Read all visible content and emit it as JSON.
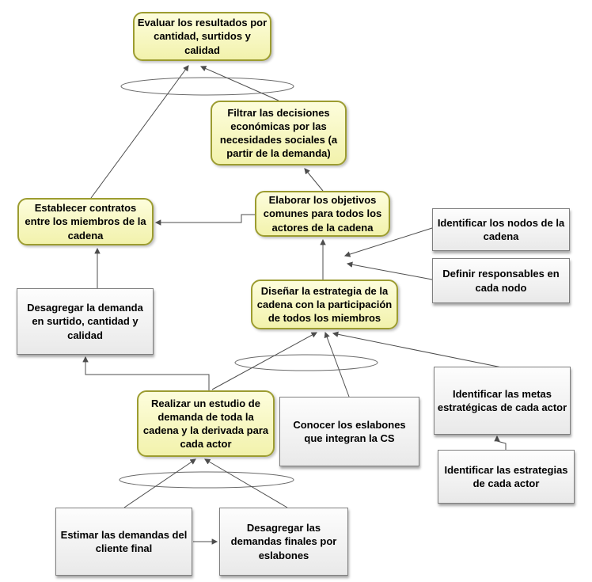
{
  "diagram_type": "flowchart",
  "language": "es",
  "nodes": {
    "evaluar": "Evaluar los resultados por cantidad, surtidos y calidad",
    "filtrar": "Filtrar las decisiones económicas por las necesidades sociales (a partir de la demanda)",
    "elaborar": "Elaborar los objetivos comunes para todos los actores de la cadena",
    "establecer": "Establecer contratos entre los miembros de la cadena",
    "nodos": "Identificar los nodos de la cadena",
    "responsables": "Definir responsables en cada nodo",
    "disenar": "Diseñar la estrategia de la cadena con la participación de todos los miembros",
    "desagregar_demanda": "Desagregar la demanda en surtido, cantidad y calidad",
    "realizar": "Realizar un estudio de demanda de toda la cadena y la derivada para cada actor",
    "conocer": "Conocer los eslabones que integran la CS",
    "metas": "Identificar las metas estratégicas de cada actor",
    "estrategias": "Identificar las estrategias de cada actor",
    "estimar": "Estimar las demandas del cliente final",
    "desagregar_finales": "Desagregar las demandas finales por eslabones"
  },
  "node_styles": {
    "yellow_rounded": [
      "evaluar",
      "filtrar",
      "elaborar",
      "establecer",
      "disenar",
      "realizar"
    ],
    "gray_rect": [
      "nodos",
      "responsables",
      "desagregar_demanda",
      "conocer",
      "metas",
      "estrategias",
      "estimar",
      "desagregar_finales"
    ]
  },
  "connections": [
    {
      "from": "establecer",
      "to": "evaluar"
    },
    {
      "from": "filtrar",
      "to": "evaluar"
    },
    {
      "from": "elaborar",
      "to": "filtrar"
    },
    {
      "from": "elaborar",
      "to": "establecer"
    },
    {
      "from": "desagregar_demanda",
      "to": "establecer"
    },
    {
      "from": "disenar",
      "to": "elaborar"
    },
    {
      "from": "nodos",
      "to": "disenar"
    },
    {
      "from": "responsables",
      "to": "disenar"
    },
    {
      "from": "realizar",
      "to": "disenar"
    },
    {
      "from": "conocer",
      "to": "disenar"
    },
    {
      "from": "metas",
      "to": "disenar"
    },
    {
      "from": "estrategias",
      "to": "metas"
    },
    {
      "from": "realizar",
      "to": "desagregar_demanda"
    },
    {
      "from": "estimar",
      "to": "realizar"
    },
    {
      "from": "desagregar_finales",
      "to": "realizar"
    },
    {
      "from": "estimar",
      "to": "desagregar_finales"
    }
  ],
  "convergence_ellipses": 3,
  "colors": {
    "node_yellow_top": "#fdfddc",
    "node_yellow_bottom": "#f2f2ac",
    "node_yellow_border": "#9c9c30",
    "node_gray_top": "#fdfdfd",
    "node_gray_bottom": "#e9e9e9",
    "node_gray_border": "#7f7f7f",
    "connector": "#4d4d4d",
    "background": "#ffffff"
  }
}
